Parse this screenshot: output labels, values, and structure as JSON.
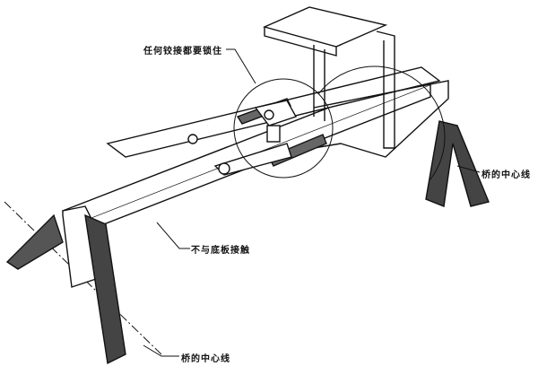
{
  "labels": {
    "lock_hinges": "任何铰接都要锁住",
    "no_floor_contact": "不与底板接触",
    "bridge_centerline_right": "桥的中心线",
    "bridge_centerline_bottom": "桥的中心线"
  }
}
